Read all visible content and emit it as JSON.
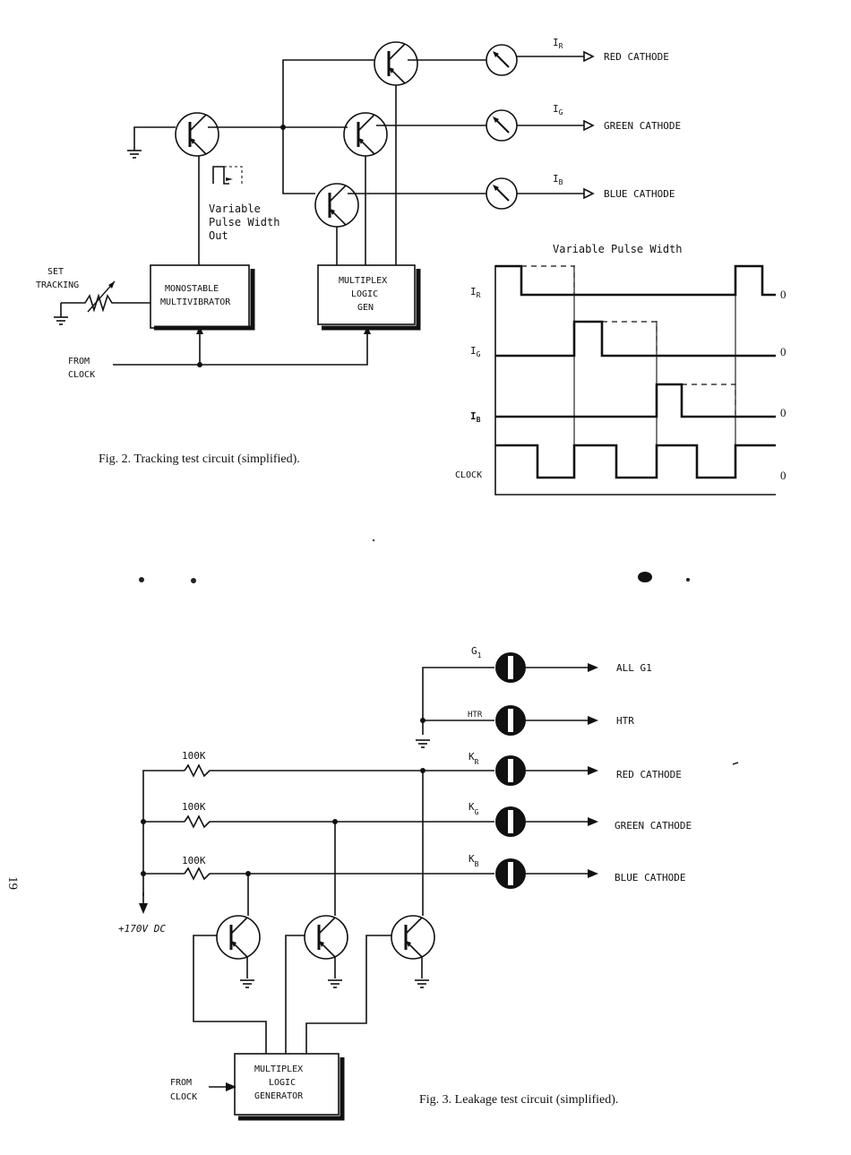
{
  "page_number": "19",
  "fig2": {
    "caption": "Fig. 2.  Tracking test circuit (simplified).",
    "outputs": [
      {
        "current": "I",
        "sub": "R",
        "label": "RED CATHODE"
      },
      {
        "current": "I",
        "sub": "G",
        "label": "GREEN CATHODE"
      },
      {
        "current": "I",
        "sub": "B",
        "label": "BLUE CATHODE"
      }
    ],
    "pulse_label_1": "Variable",
    "pulse_label_2": "Pulse Width",
    "pulse_label_3": "Out",
    "set_tracking_1": "SET",
    "set_tracking_2": "TRACKING",
    "monostable_1": "MONOSTABLE",
    "monostable_2": "MULTIVIBRATOR",
    "mux_1": "MULTIPLEX",
    "mux_2": "LOGIC",
    "mux_3": "GEN",
    "from_clock_1": "FROM",
    "from_clock_2": "CLOCK"
  },
  "timing": {
    "title": "Variable Pulse Width",
    "rows": [
      {
        "name": "I",
        "sub": "R",
        "zero": "0"
      },
      {
        "name": "I",
        "sub": "G",
        "zero": "0"
      },
      {
        "name": "I",
        "sub": "B",
        "zero": "0"
      },
      {
        "name": "CLOCK",
        "sub": "",
        "zero": "0"
      }
    ]
  },
  "fig3": {
    "caption": "Fig. 3.  Leakage test circuit (simplified).",
    "outputs": [
      {
        "pin": "G",
        "sub": "1",
        "label": "ALL G1"
      },
      {
        "pin": "HTR",
        "sub": "",
        "label": "HTR"
      },
      {
        "pin": "K",
        "sub": "R",
        "label": "RED CATHODE"
      },
      {
        "pin": "K",
        "sub": "G",
        "label": "GREEN CATHODE"
      },
      {
        "pin": "K",
        "sub": "B",
        "label": "BLUE CATHODE"
      }
    ],
    "resistors": [
      "100K",
      "100K",
      "100K"
    ],
    "supply": "+170V DC",
    "mux_1": "MULTIPLEX",
    "mux_2": "LOGIC",
    "mux_3": "GENERATOR",
    "from_clock_1": "FROM",
    "from_clock_2": "CLOCK"
  }
}
